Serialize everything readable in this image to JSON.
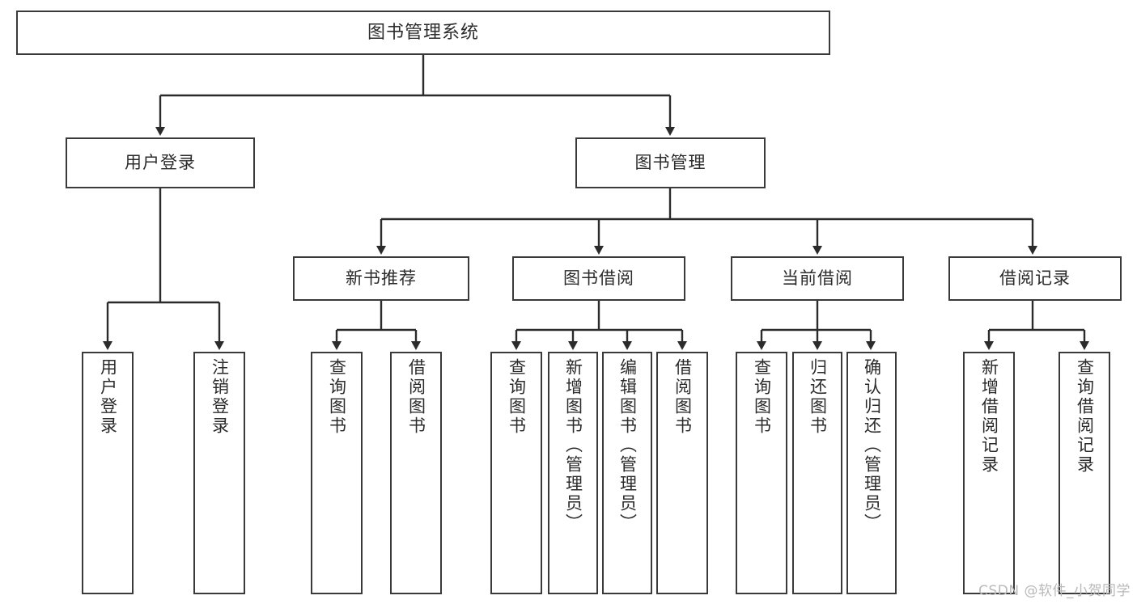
{
  "diagram": {
    "title": "图书管理系统",
    "watermark": "CSDN @软件_小贺同学",
    "line_color": "#3a3a3a",
    "box_fill": "#ffffff",
    "text_color": "#2b2b2b",
    "levels": {
      "root": {
        "label": "图书管理系统"
      },
      "level2": [
        {
          "label": "用户登录"
        },
        {
          "label": "图书管理"
        }
      ],
      "level3": [
        {
          "label": "新书推荐"
        },
        {
          "label": "图书借阅"
        },
        {
          "label": "当前借阅"
        },
        {
          "label": "借阅记录"
        }
      ],
      "leaves": {
        "user_login": [
          {
            "label": "用户登录"
          },
          {
            "label": "注销登录"
          }
        ],
        "new_book_recommend": [
          {
            "label": "查询图书"
          },
          {
            "label": "借阅图书"
          }
        ],
        "book_borrow": [
          {
            "label": "查询图书"
          },
          {
            "label": "新增图书（管理员）"
          },
          {
            "label": "编辑图书（管理员）"
          },
          {
            "label": "借阅图书"
          }
        ],
        "current_borrow": [
          {
            "label": "查询图书"
          },
          {
            "label": "归还图书"
          },
          {
            "label": "确认归还（管理员）"
          }
        ],
        "borrow_record": [
          {
            "label": "新增借阅记录"
          },
          {
            "label": "查询借阅记录"
          }
        ]
      }
    }
  }
}
